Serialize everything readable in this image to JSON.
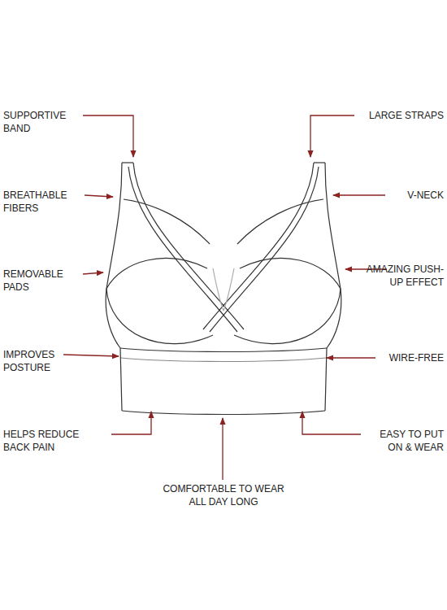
{
  "diagram": {
    "labels": [
      "SUPPORTIVE BAND",
      "BREATHABLE FIBERS",
      "REMOVABLE PADS",
      "IMPROVES POSTURE",
      "HELPS REDUCE BACK PAIN",
      "LARGE STRAPS",
      "V-NECK",
      "AMAZING PUSH-UP EFFECT",
      "WIRE-FREE",
      "EASY TO PUT ON & WEAR",
      "COMFORTABLE TO WEAR ALL DAY LONG"
    ]
  }
}
